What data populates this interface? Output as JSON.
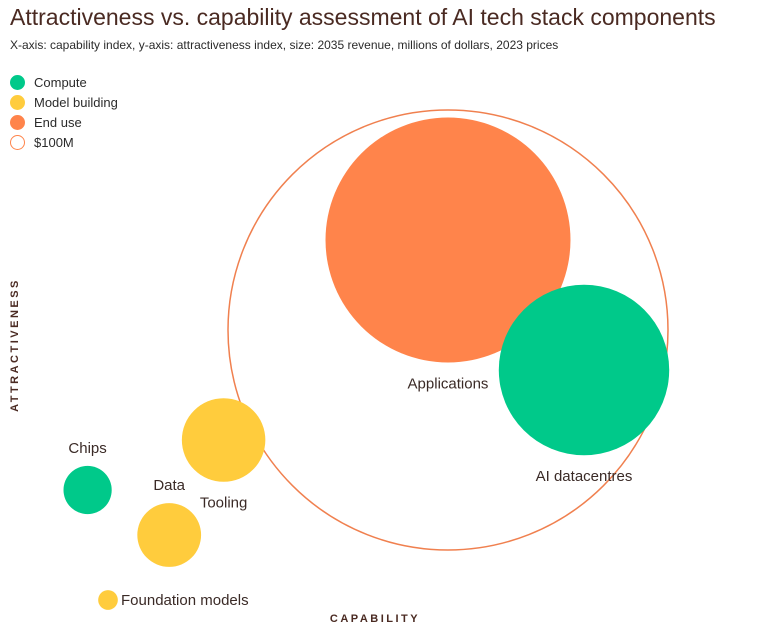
{
  "title": "Attractiveness vs. capability assessment of AI tech stack components",
  "subtitle": "X-axis: capability index, y-axis: attractiveness index, size: 2035 revenue, millions of dollars, 2023 prices",
  "legend": [
    {
      "label": "Compute",
      "color": "#00C98A",
      "style": "filled"
    },
    {
      "label": "Model building",
      "color": "#FFCC3D",
      "style": "filled"
    },
    {
      "label": "End use",
      "color": "#FF844B",
      "style": "filled"
    },
    {
      "label": "$100M",
      "color": "#FF844B",
      "style": "outline"
    }
  ],
  "colors": {
    "Compute": "#00C98A",
    "Model building": "#FFCC3D",
    "End use": "#FF844B",
    "reference": "#F0804F"
  },
  "chart_data": {
    "type": "scatter",
    "title": "Attractiveness vs. capability assessment of AI tech stack components",
    "xlabel": "CAPABILITY",
    "ylabel": "ATTRACTIVENESS",
    "xlim": [
      0,
      100
    ],
    "ylim": [
      0,
      100
    ],
    "grid": false,
    "legend_position": "top-left",
    "size_reference": {
      "label": "$100M",
      "value": 100
    },
    "points": [
      {
        "label": "Applications",
        "group": "End use",
        "x": 60,
        "y": 72,
        "size": 31
      },
      {
        "label": "AI datacentres",
        "group": "Compute",
        "x": 80,
        "y": 46,
        "size": 15
      },
      {
        "label": "Tooling",
        "group": "Model building",
        "x": 27,
        "y": 32,
        "size": 3.6
      },
      {
        "label": "Chips",
        "group": "Compute",
        "x": 7,
        "y": 22,
        "size": 1.2
      },
      {
        "label": "Data",
        "group": "Model building",
        "x": 19,
        "y": 13,
        "size": 2.1
      },
      {
        "label": "Foundation models",
        "group": "Model building",
        "x": 10,
        "y": 0,
        "size": 0.2
      }
    ]
  }
}
